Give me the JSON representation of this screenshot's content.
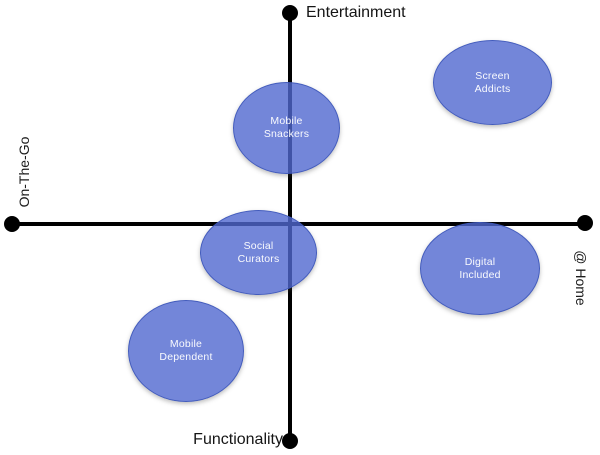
{
  "diagram": {
    "background": "#ffffff",
    "axes": {
      "vertical": {
        "top_label": "Entertainment",
        "bottom_label": "Functionality"
      },
      "horizontal": {
        "left_label": "On-The-Go",
        "right_label": "@ Home"
      }
    },
    "bubbles": [
      {
        "label": "Screen\nAddicts"
      },
      {
        "label": "Mobile\nSnackers"
      },
      {
        "label": "Social\nCurators"
      },
      {
        "label": "Digital\nIncluded"
      },
      {
        "label": "Mobile\nDependent"
      }
    ],
    "colors": {
      "axis": "#000000",
      "bubble_fill": "rgba(80,104,208,0.80)",
      "bubble_border": "rgba(62,88,185,0.9)",
      "bubble_text": "#ffffff",
      "label_text": "#1c1c1c"
    }
  },
  "chart_data": {
    "type": "scatter",
    "variant": "quadrant-map",
    "title": "",
    "x_axis": {
      "negative_label": "On-The-Go",
      "positive_label": "@ Home",
      "range": [
        -1,
        1
      ]
    },
    "y_axis": {
      "negative_label": "Functionality",
      "positive_label": "Entertainment",
      "range": [
        -1,
        1
      ]
    },
    "points": [
      {
        "name": "Screen Addicts",
        "x": 0.7,
        "y": 0.67
      },
      {
        "name": "Mobile Snackers",
        "x": -0.01,
        "y": 0.45
      },
      {
        "name": "Social Curators",
        "x": -0.11,
        "y": -0.13
      },
      {
        "name": "Digital Included",
        "x": 0.66,
        "y": -0.2
      },
      {
        "name": "Mobile Dependent",
        "x": -0.36,
        "y": -0.59
      }
    ],
    "grid": false,
    "legend": false
  }
}
